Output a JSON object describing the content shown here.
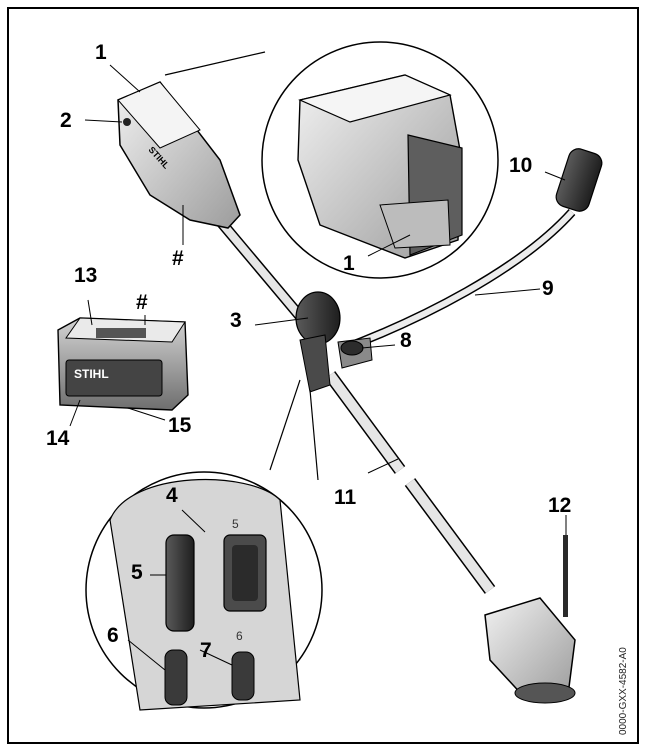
{
  "callouts": {
    "c1_top": "1",
    "c1_inset": "1",
    "c2": "2",
    "c3": "3",
    "c4": "4",
    "c5": "5",
    "c6": "6",
    "c7": "7",
    "c8": "8",
    "c9": "9",
    "c10": "10",
    "c11": "11",
    "c12": "12",
    "c13": "13",
    "c14": "14",
    "c15": "15",
    "hash_motor": "#",
    "hash_battery": "#"
  },
  "brand": {
    "motor_logo": "STIHL",
    "battery_logo": "STIHL"
  },
  "switch_marks": {
    "upper": "5",
    "lower": "6"
  },
  "drawing_code": "0000-GXX-4582-A0",
  "colors": {
    "line": "#000000",
    "part_fill": "#d9d9d9",
    "part_shade": "#9a9a9a",
    "dark": "#3a3a3a"
  }
}
